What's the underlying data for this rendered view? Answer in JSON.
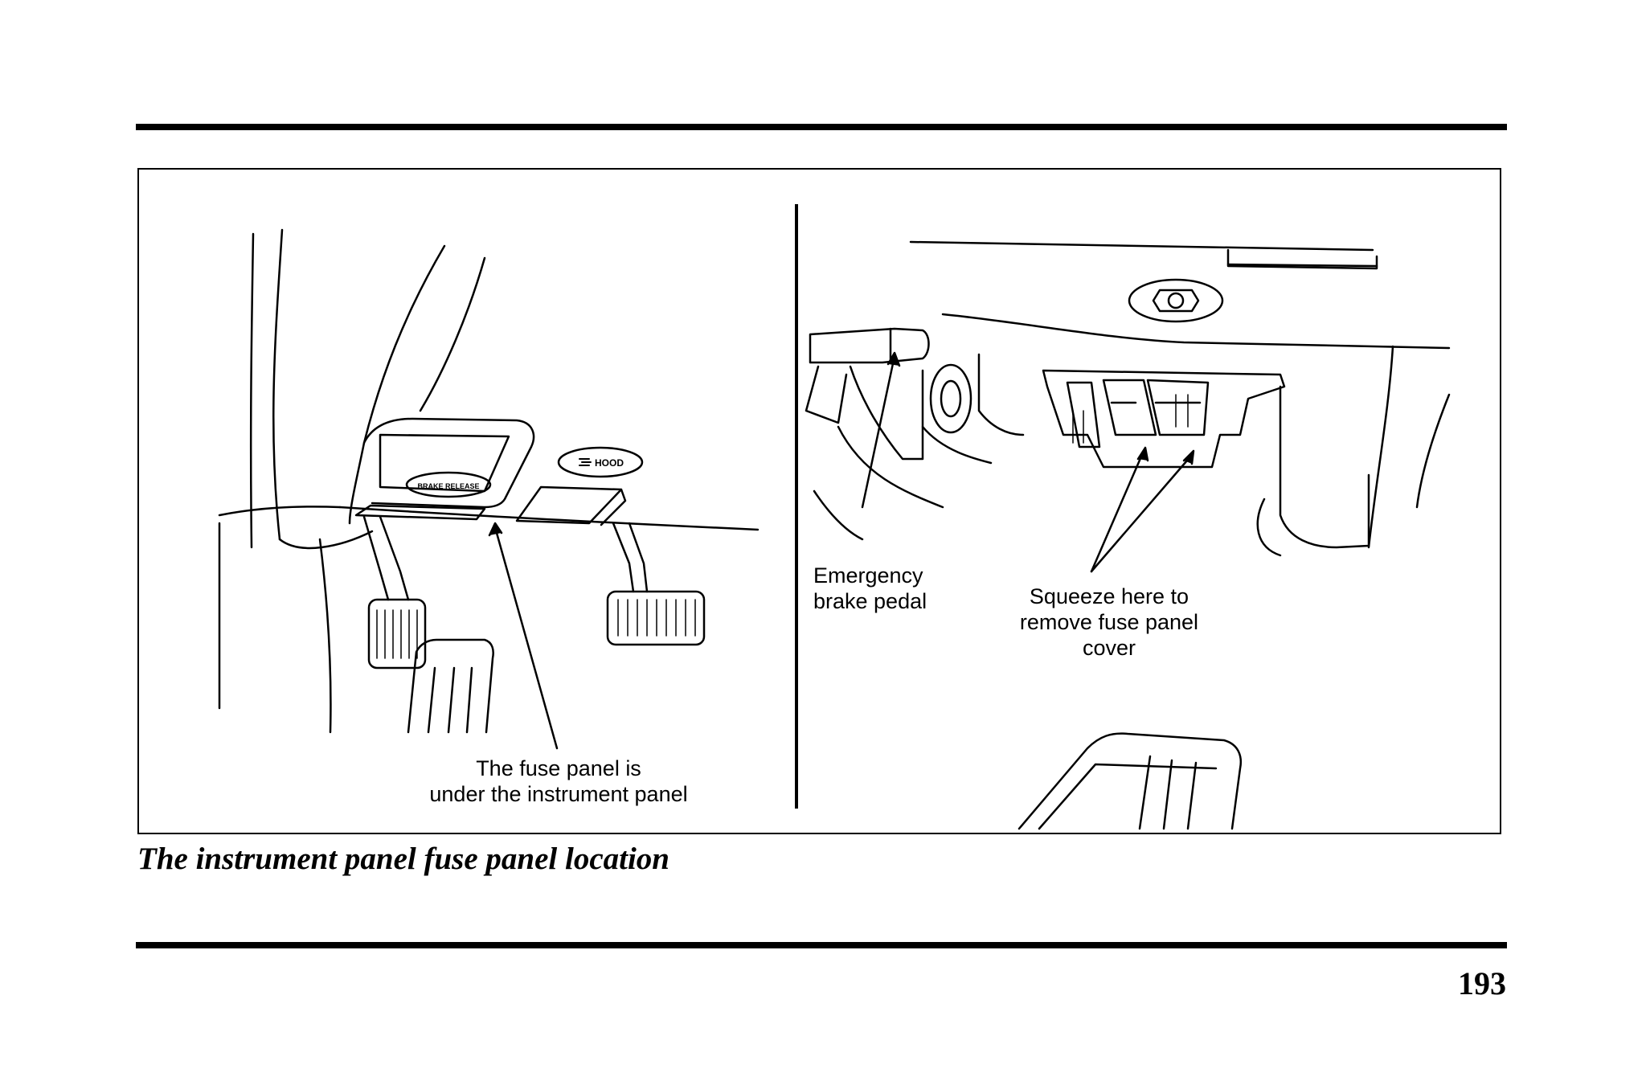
{
  "figure": {
    "left_panel": {
      "callout": {
        "line1": "The fuse panel is",
        "line2": "under the instrument panel"
      },
      "labels": {
        "brake_release": "BRAKE RELEASE",
        "hood": "HOOD"
      }
    },
    "right_panel": {
      "callout_brake": {
        "line1": "Emergency",
        "line2": "brake pedal"
      },
      "callout_squeeze": {
        "line1": "Squeeze here to",
        "line2": "remove fuse panel",
        "line3": "cover"
      }
    }
  },
  "caption": "The instrument panel fuse panel location",
  "page_number": "193"
}
